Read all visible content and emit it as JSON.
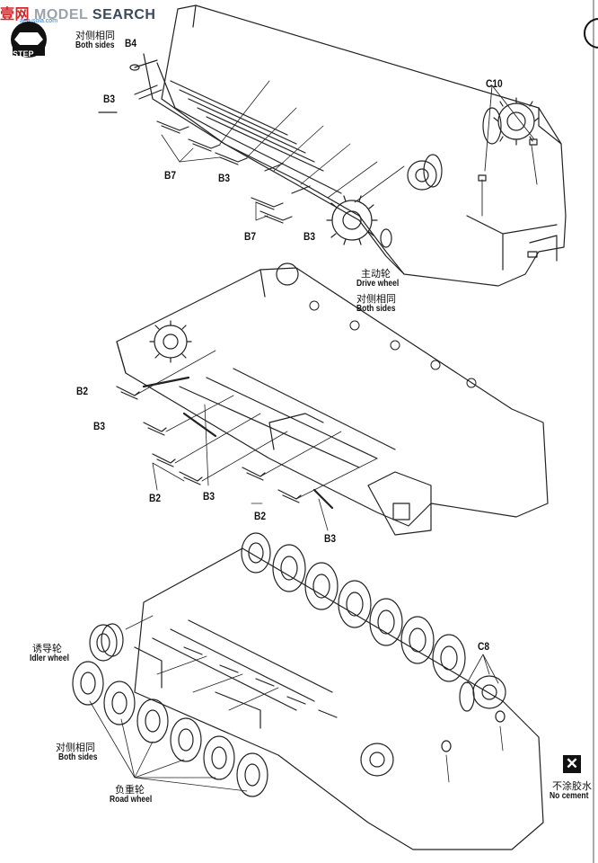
{
  "watermark": {
    "part1": "壹",
    "part2": "网",
    "part3": "MODEL",
    "part4": "SEARCH",
    "sub": "aea-sola.com"
  },
  "step": {
    "label": "STEP"
  },
  "section1": {
    "note_cn": "对侧相同",
    "note_en": "Both sides",
    "parts": {
      "b4": "B4",
      "b3a": "B3",
      "b7a": "B7",
      "b3b": "B3",
      "b7b": "B7",
      "b3c": "B3",
      "c10": "C10"
    },
    "drive_cn": "主动轮",
    "drive_en": "Drive wheel",
    "drive_note_cn": "对侧相同",
    "drive_note_en": "Both sides"
  },
  "section2": {
    "parts": {
      "b2a": "B2",
      "b3a": "B3",
      "b2b": "B2",
      "b3b": "B3",
      "b2c": "B2",
      "b3c": "B3"
    }
  },
  "section3": {
    "idler_cn": "诱导轮",
    "idler_en": "Idler wheel",
    "note_cn": "对侧相同",
    "note_en": "Both sides",
    "road_cn": "负重轮",
    "road_en": "Road wheel",
    "c8": "C8",
    "nocement_symbol": "✕",
    "nocement_cn": "不涂胶水",
    "nocement_en": "No cement"
  }
}
